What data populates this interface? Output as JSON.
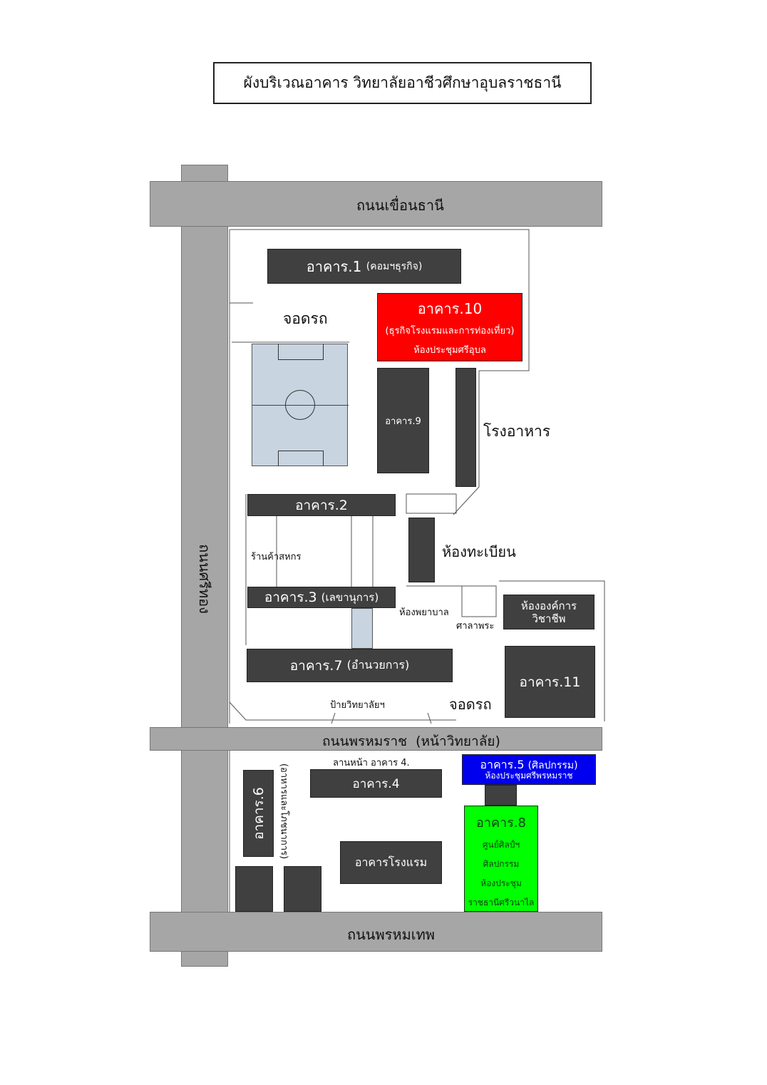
{
  "title": "ผังบริเวณอาคาร วิทยาลัยอาชีวศึกษาอุบลราชธานี",
  "roads": {
    "top": "ถนนเขื่อนธานี",
    "left": "ถนนศรีทอง",
    "middle": "ถนนพรหมราช  (หน้าวิทยาลัย)",
    "bottom": "ถนนพรหมเทพ"
  },
  "buildings": {
    "b1": {
      "name": "อาคาร.1",
      "sub": "(คอมฯธุรกิจ)"
    },
    "b10": {
      "name": "อาคาร.10",
      "sub": "(ธุรกิจโรงแรมและการท่องเที่ยว)",
      "room": "ห้องประชุมศรีอุบล"
    },
    "b9": "อาคาร.9",
    "b2": "อาคาร.2",
    "b3": {
      "name": "อาคาร.3",
      "sub": "(เลขานุการ)"
    },
    "b7": {
      "name": "อาคาร.7",
      "sub": "(อำนวยการ)"
    },
    "org": {
      "line1": "ห้ององค์การ",
      "line2": "วิชาชีพ"
    },
    "b11": "อาคาร.11",
    "b6": "อาคาร.6",
    "b6_sub": "(อาหารและโภชนาการ)",
    "b4": "อาคาร.4",
    "hotel": "อาคารโรงแรม",
    "b5": {
      "name": "อาคาร.5",
      "sub": "(ศิลปกรรม)",
      "room": "ห้องประชุมศรีพรหมราช"
    },
    "b8": {
      "name": "อาคาร.8",
      "l1": "ศูนย์ศิลป์ฯ",
      "l2": "ศิลปกรรม",
      "l3": "ห้องประชุม",
      "l4": "ราชธานีศรีวนาไล"
    }
  },
  "labels": {
    "parking_top": "จอดรถ",
    "canteen": "โรงอาหาร",
    "coop": "ร้านค้าสหกร",
    "registrar": "ห้องทะเบียน",
    "nurse": "ห้องพยาบาล",
    "shrine": "ศาลาพระ",
    "sign": "ป้ายวิทยาลัยฯ",
    "parking_bottom": "จอดรถ",
    "b4_yard": "ลานหน้า อาคาร 4."
  },
  "colors": {
    "building": "#404040",
    "road": "#a6a6a6",
    "field": "#c8d4e0",
    "b10": "#ff0000",
    "b5": "#0000ee",
    "b8": "#00ff00"
  }
}
